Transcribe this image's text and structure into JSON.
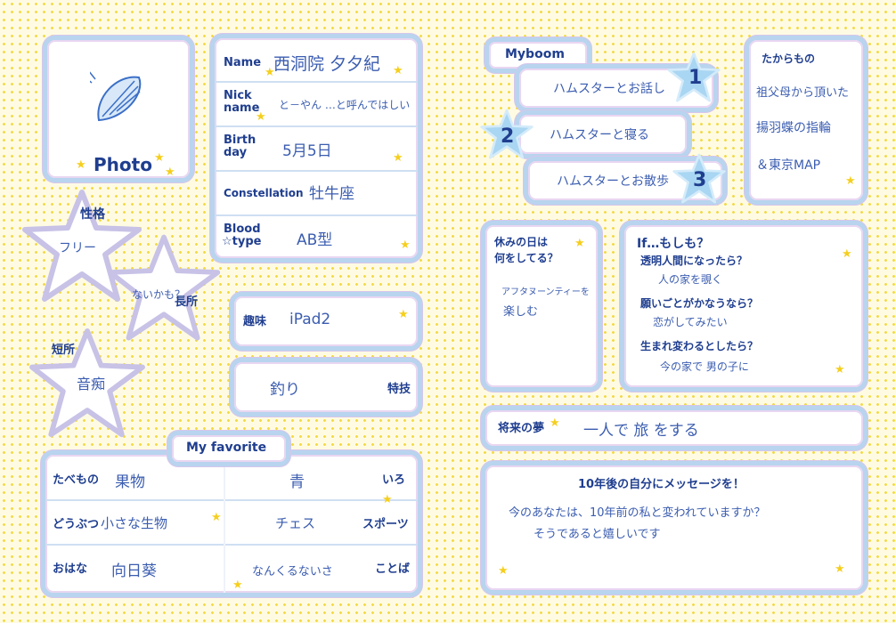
{
  "photo": {
    "label": "Photo"
  },
  "profile": {
    "name_label": "Name",
    "name_value": "西洞院 夕夕紀",
    "nickname_label_1": "Nick",
    "nickname_label_2": "name",
    "nickname_value": "と－やん …と呼んではしい",
    "birthday_label_1": "Birth",
    "birthday_label_2": "day",
    "birthday_value": "5月5日",
    "constellation_label": "Constellation",
    "constellation_value": "牡牛座",
    "blood_label_1": "Blood",
    "blood_label_2": "☆type",
    "blood_value": "AB型"
  },
  "personality": {
    "star1_title": "性格",
    "star1_value": "フリー",
    "star2_value": "ないかも？",
    "star2_title": "長所",
    "star3_title": "短所",
    "star3_value": "音痴"
  },
  "hobby": {
    "label": "趣味",
    "value": "iPad2"
  },
  "skill": {
    "value": "釣り",
    "label": "特技"
  },
  "favorite": {
    "title": "My favorite",
    "rows": [
      {
        "l_label": "たべもの",
        "l_value": "果物",
        "r_value": "青",
        "r_label": "いろ"
      },
      {
        "l_label": "どうぶつ",
        "l_value": "小さな生物",
        "r_value": "チェス",
        "r_label": "スポーツ"
      },
      {
        "l_label": "おはな",
        "l_value": "向日葵",
        "r_value": "なんくるないさ",
        "r_label": "ことば"
      }
    ]
  },
  "myboom": {
    "title": "Myboom",
    "items": [
      {
        "num": "1",
        "text": "ハムスターとお話し"
      },
      {
        "num": "2",
        "text": "ハムスターと寝る"
      },
      {
        "num": "3",
        "text": "ハムスターとお散歩"
      }
    ]
  },
  "treasure": {
    "title": "たからもの",
    "lines": [
      "祖父母から頂いた",
      "揚羽蝶の指輪",
      "＆東京MAP"
    ]
  },
  "holiday": {
    "title_1": "休みの日は",
    "title_2": "何をしてる？",
    "line_1": "アフタヌーンティーを",
    "line_2": "楽しむ"
  },
  "ifs": {
    "title": "If…もしも？",
    "items": [
      {
        "q": "透明人間になったら？",
        "a": "人の家を覗く"
      },
      {
        "q": "願いごとがかなうなら？",
        "a": "恋がしてみたい"
      },
      {
        "q": "生まれ変わるとしたら？",
        "a": "今の家で 男の子に"
      }
    ]
  },
  "dream": {
    "label": "将来の夢",
    "value": "一人で 旅 をする"
  },
  "message": {
    "title": "10年後の自分にメッセージを！",
    "line_1": "今のあなたは、10年前の私と変われていますか？",
    "line_2": "そうであると嬉しいです"
  }
}
